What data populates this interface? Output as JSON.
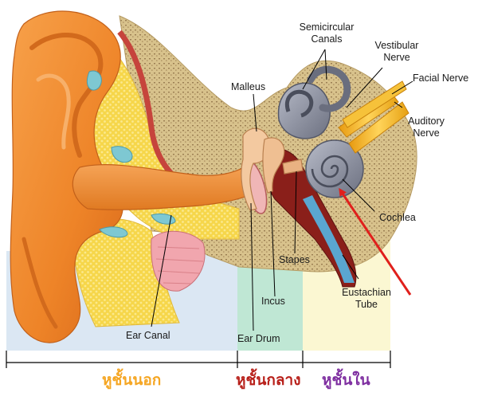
{
  "labels": {
    "semicircular_canals": "Semicircular Canals",
    "vestibular_nerve": "Vestibular Nerve",
    "facial_nerve": "Facial Nerve",
    "auditory_nerve": "Auditory Nerve",
    "malleus": "Malleus",
    "cochlea": "Cochlea",
    "stapes": "Stapes",
    "eustachian_tube": "Eustachian Tube",
    "incus": "Incus",
    "ear_canal": "Ear Canal",
    "ear_drum": "Ear Drum"
  },
  "zones": {
    "outer_ear": "หูชั้นนอก",
    "middle_ear": "หูชั้นกลาง",
    "inner_ear": "หูชั้นใน"
  },
  "colors": {
    "outer_ear_text": "#f5a623",
    "middle_ear_text": "#b8201a",
    "inner_ear_text": "#7e2ea0",
    "skin": "#f08a2c",
    "bone": "#d9c08a",
    "cochlea": "#8a8e9c",
    "nerve": "#f3b21a",
    "arrow": "#e0201c"
  }
}
